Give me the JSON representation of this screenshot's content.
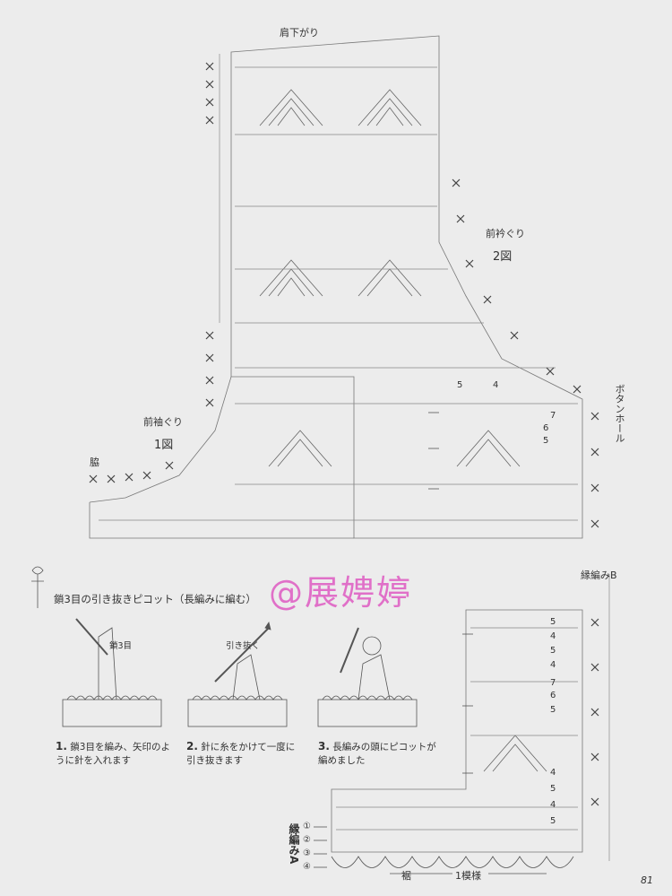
{
  "labels": {
    "shoulder": "肩下がり",
    "neckline": "前衿ぐり",
    "fig2": "2図",
    "armhole": "前袖ぐり",
    "fig1": "1図",
    "side": "脇",
    "buttonhole": "ボタンホール",
    "border_b": "縁編みB",
    "border_a": "縁編みA",
    "hem": "裾",
    "repeat": "1模様",
    "page_number": "81"
  },
  "picot": {
    "title": "鎖3目の引き抜きピコット（長編みに編む）",
    "ch3_label": "鎖3目",
    "pull_label": "引き抜く",
    "steps": [
      {
        "num": "1.",
        "text1": "鎖3目を編み、矢印のよ",
        "text2": "うに針を入れます"
      },
      {
        "num": "2.",
        "text1": "針に糸をかけて一度に",
        "text2": "引き抜きます"
      },
      {
        "num": "3.",
        "text1": "長編みの頭にピコットが",
        "text2": "編めました"
      }
    ]
  },
  "watermark": "@展娉婷",
  "row_numbers_upper": [
    "5",
    "4",
    "7",
    "6",
    "5"
  ],
  "row_numbers_lower": [
    "5",
    "4",
    "5",
    "4",
    "7",
    "6",
    "5",
    "4",
    "5",
    "4",
    "5"
  ],
  "circled_rows": [
    "①",
    "②",
    "③",
    "④"
  ]
}
